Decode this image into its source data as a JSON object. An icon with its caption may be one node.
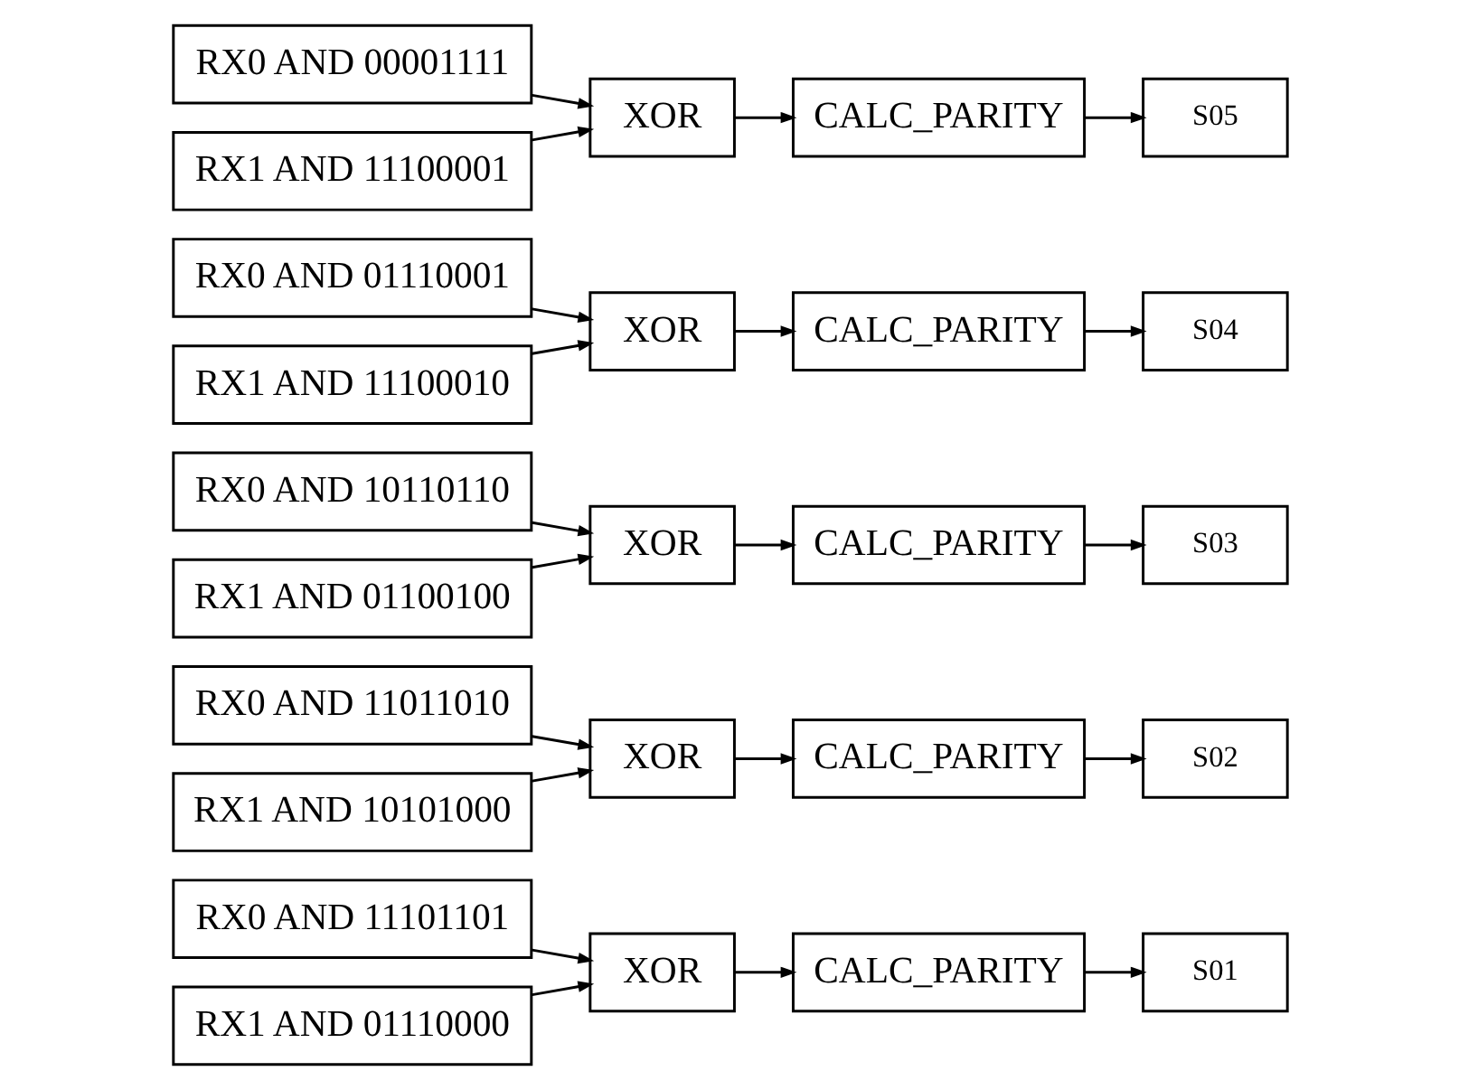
{
  "diagram": {
    "nodes": [
      {
        "text": [
          "RX0 AND 11101101"
        ]
      },
      {
        "text": [
          "RX1 AND 01110000"
        ]
      },
      {
        "text": [
          "XOR"
        ]
      },
      {
        "text": [
          "CALC_PARITY"
        ]
      },
      {
        "text": [
          "S01"
        ]
      },
      {
        "text": [
          "RX0 AND 11011010"
        ]
      },
      {
        "text": [
          "RX1 AND 10101000"
        ]
      },
      {
        "text": [
          "XOR"
        ]
      },
      {
        "text": [
          "CALC_PARITY"
        ]
      },
      {
        "text": [
          "S02"
        ]
      },
      {
        "text": [
          "RX0 AND 10110110"
        ]
      },
      {
        "text": [
          "RX1 AND 01100100"
        ]
      },
      {
        "text": [
          "XOR"
        ]
      },
      {
        "text": [
          "CALC_PARITY"
        ]
      },
      {
        "text": [
          "S03"
        ]
      },
      {
        "text": [
          "RX0 AND 01110001"
        ]
      },
      {
        "text": [
          "RX1 AND 11100010"
        ]
      },
      {
        "text": [
          "XOR"
        ]
      },
      {
        "text": [
          "CALC_PARITY"
        ]
      },
      {
        "text": [
          "S04"
        ]
      },
      {
        "text": [
          "RX0 AND 00001111"
        ]
      },
      {
        "text": [
          "RX1 AND 11100001"
        ]
      },
      {
        "text": [
          "XOR"
        ]
      },
      {
        "text": [
          "CALC_PARITY"
        ]
      },
      {
        "text": [
          "S05"
        ]
      }
    ],
    "edges": [
      {
        "from": 0,
        "to": 2,
        "arrow": "to"
      },
      {
        "from": 1,
        "to": 2,
        "arrow": "to"
      },
      {
        "from": 2,
        "to": 3,
        "arrow": "to"
      },
      {
        "from": 3,
        "to": 4,
        "arrow": "to"
      },
      {
        "from": 5,
        "to": 7,
        "arrow": "to"
      },
      {
        "from": 6,
        "to": 7,
        "arrow": "to"
      },
      {
        "from": 7,
        "to": 8,
        "arrow": "to"
      },
      {
        "from": 8,
        "to": 9,
        "arrow": "to"
      },
      {
        "from": 10,
        "to": 12,
        "arrow": "to"
      },
      {
        "from": 11,
        "to": 12,
        "arrow": "to"
      },
      {
        "from": 12,
        "to": 13,
        "arrow": "to"
      },
      {
        "from": 13,
        "to": 14,
        "arrow": "to"
      },
      {
        "from": 15,
        "to": 17,
        "arrow": "to"
      },
      {
        "from": 16,
        "to": 17,
        "arrow": "to"
      },
      {
        "from": 17,
        "to": 18,
        "arrow": "to"
      },
      {
        "from": 18,
        "to": 19,
        "arrow": "to"
      },
      {
        "from": 20,
        "to": 22,
        "arrow": "to"
      },
      {
        "from": 21,
        "to": 22,
        "arrow": "to"
      },
      {
        "from": 22,
        "to": 23,
        "arrow": "to"
      },
      {
        "from": 23,
        "to": 24,
        "arrow": "to"
      }
    ]
  }
}
